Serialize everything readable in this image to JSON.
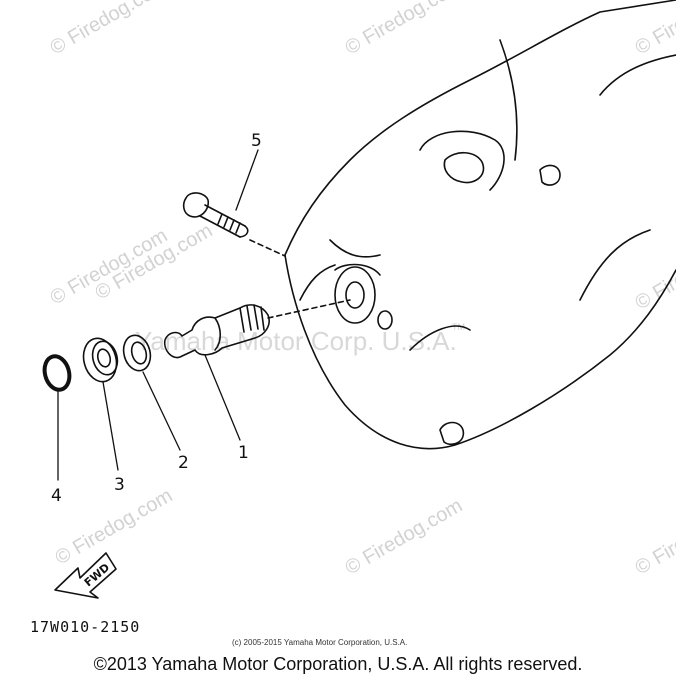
{
  "diagram": {
    "part_labels": [
      "1",
      "2",
      "3",
      "4",
      "5"
    ],
    "drawing_code": "17W010-2150",
    "fwd_label": "FWD",
    "small_copyright": "(c) 2005-2015 Yamaha Motor Corporation, U.S.A.",
    "watermark_text": "© Firedog.com",
    "yamaha_watermark": "Yamaha Motor Corp. U.S.A.",
    "tm_mark": "TM"
  },
  "footer": {
    "copyright": "©2013 Yamaha Motor Corporation, U.S.A. All rights reserved."
  },
  "colors": {
    "ink": "#111111",
    "watermark": "#d2d2d2",
    "background": "#ffffff"
  }
}
